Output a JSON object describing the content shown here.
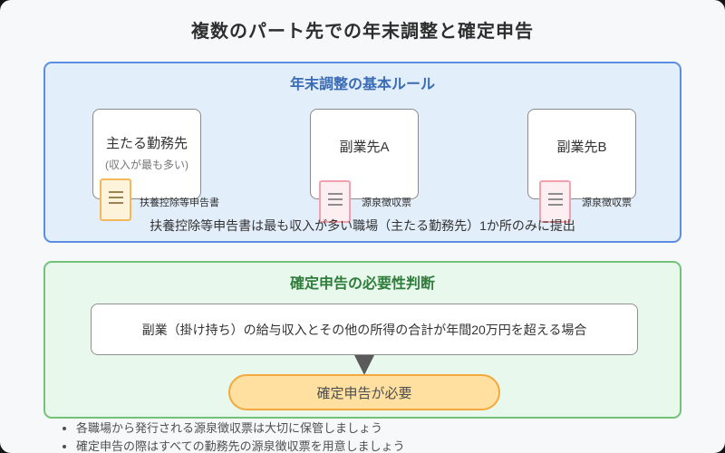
{
  "page": {
    "title": "複数のパート先での年末調整と確定申告"
  },
  "nenmatsu_section": {
    "title": "年末調整の基本ルール",
    "workplaces": [
      {
        "name": "主たる勤務先",
        "subtitle": "(収入が最も多い)",
        "doc_label": "扶養控除等申告書",
        "doc_color": "#f2b95c"
      },
      {
        "name": "副業先A",
        "subtitle": "",
        "doc_label": "源泉徴収票",
        "doc_color": "#f2a1ad"
      },
      {
        "name": "副業先B",
        "subtitle": "",
        "doc_label": "源泉徴収票",
        "doc_color": "#f2a1ad"
      }
    ],
    "note": "扶養控除等申告書は最も収入が多い職場（主たる勤務先）1か所のみに提出"
  },
  "kakutei_section": {
    "title": "確定申告の必要性判断",
    "condition": "副業（掛け持ち）の給与収入とその他の所得の合計が年間20万円を超える場合",
    "result": "確定申告が必要"
  },
  "footer_notes": [
    "各職場から発行される源泉徴収票は大切に保管しましょう",
    "確定申告の際はすべての勤務先の源泉徴収票を用意しましょう"
  ],
  "colors": {
    "blue_border": "#5b8ee0",
    "blue_bg": "#e3eefb",
    "blue_title": "#3a6cb5",
    "green_border": "#72c377",
    "green_bg": "#e9f8ec",
    "green_title": "#2e7d3b",
    "pill_bg": "#ffe0a0",
    "pill_border": "#f2a93e",
    "arrow": "#5a5a5a"
  }
}
